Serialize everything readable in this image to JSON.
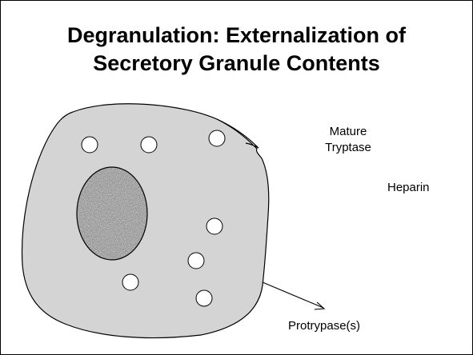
{
  "title": {
    "line1": "Degranulation: Externalization of",
    "line2": "Secretory Granule Contents"
  },
  "labels": {
    "mature_line1": "Mature",
    "mature_line2": "Tryptase",
    "heparin": "Heparin",
    "protrypase": "Protrypase(s)"
  },
  "colors": {
    "cell_fill": "#d4d4d4",
    "nucleus_fill": "#8a8a8a",
    "granule_fill": "#ffffff",
    "outline": "#000000"
  },
  "granule_count": 7
}
